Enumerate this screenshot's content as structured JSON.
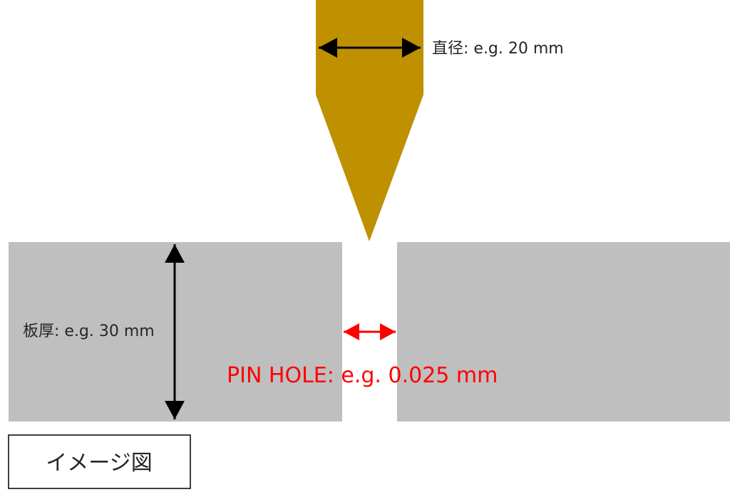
{
  "colors": {
    "punch": "#BF9000",
    "plate": "#BFBFBF",
    "arrow_dark": "#000000",
    "arrow_red": "#FF0000",
    "text_dark": "#262626",
    "text_red": "#FF0000",
    "box_border": "#000000"
  },
  "labels": {
    "diameter": "直径: e.g. 20 mm",
    "thickness": "板厚: e.g. 30 mm",
    "pin_hole": "PIN HOLE: e.g. 0.025 mm",
    "image_caption": "イメージ図"
  }
}
